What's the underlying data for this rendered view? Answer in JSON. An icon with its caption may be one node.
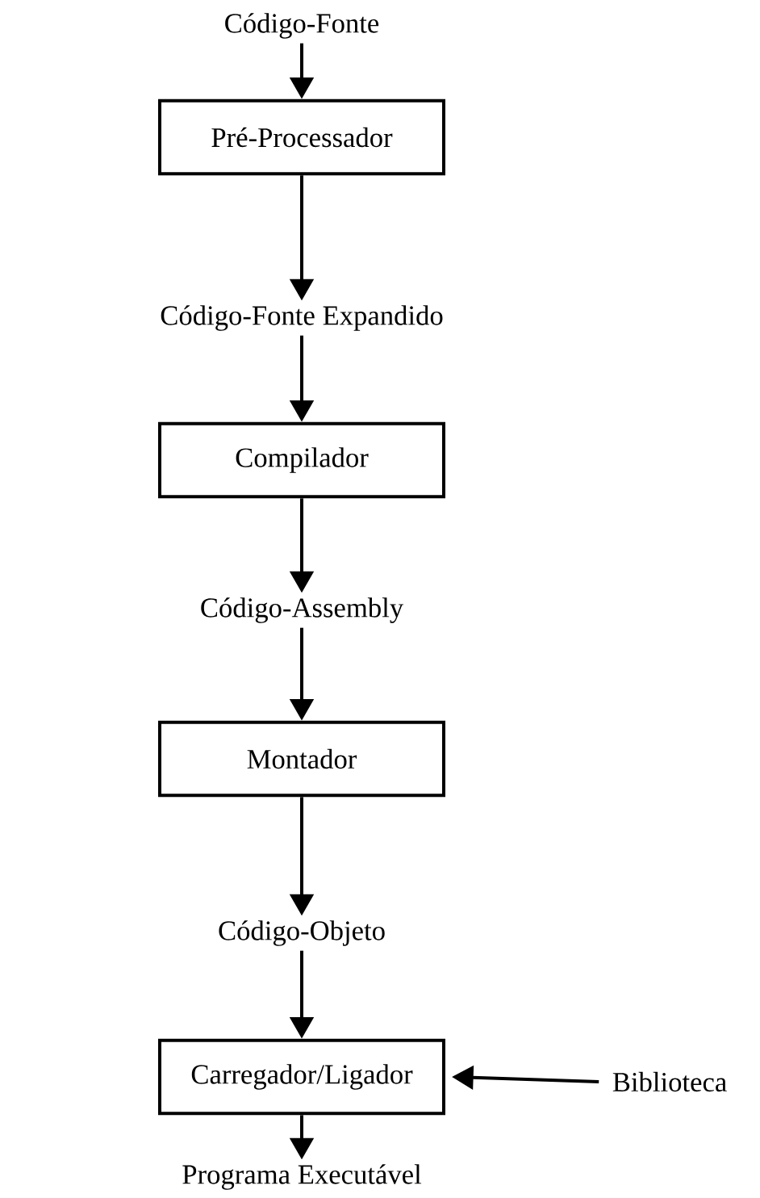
{
  "diagram": {
    "nodes": [
      {
        "text": [
          "Código-Fonte"
        ]
      },
      {
        "text": [
          "Pré-Processador"
        ]
      },
      {
        "text": [
          "Código-Fonte Expandido"
        ]
      },
      {
        "text": [
          "Compilador"
        ]
      },
      {
        "text": [
          "Código-Assembly"
        ]
      },
      {
        "text": [
          "Montador"
        ]
      },
      {
        "text": [
          "Código-Objeto"
        ]
      },
      {
        "text": [
          "Carregador/Ligador"
        ]
      },
      {
        "text": [
          "Biblioteca"
        ]
      },
      {
        "text": [
          "Programa Executável"
        ]
      }
    ],
    "edges": [
      {
        "from": 0,
        "to": 1,
        "arrow": "to"
      },
      {
        "from": 1,
        "to": 2,
        "arrow": "to"
      },
      {
        "from": 2,
        "to": 3,
        "arrow": "to"
      },
      {
        "from": 3,
        "to": 4,
        "arrow": "to"
      },
      {
        "from": 4,
        "to": 5,
        "arrow": "to"
      },
      {
        "from": 5,
        "to": 6,
        "arrow": "to"
      },
      {
        "from": 6,
        "to": 7,
        "arrow": "to"
      },
      {
        "from": 7,
        "to": 9,
        "arrow": "to"
      },
      {
        "from": 8,
        "to": 7,
        "arrow": "to"
      }
    ]
  }
}
